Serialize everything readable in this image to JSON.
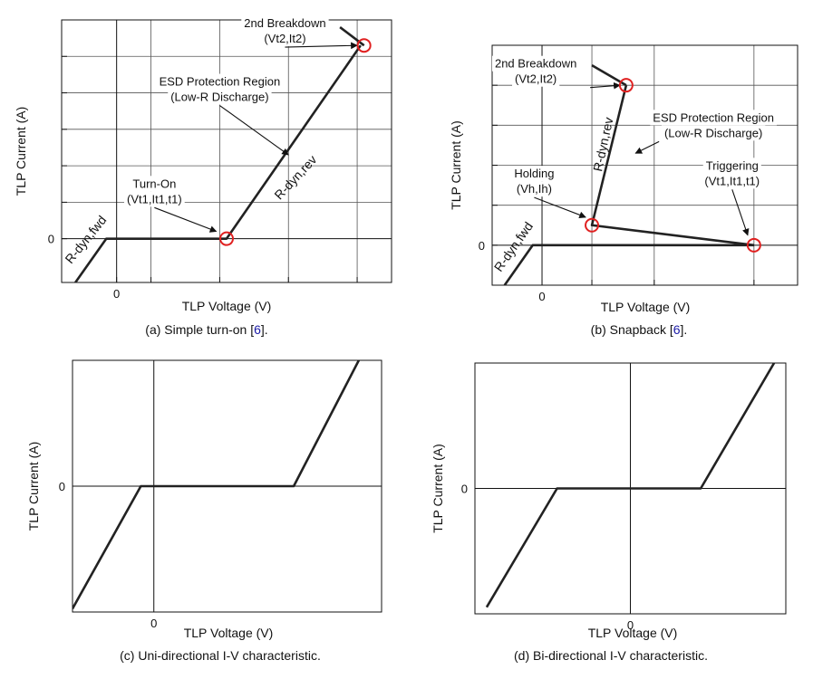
{
  "colors": {
    "curve": "#222222",
    "marker": "#e02020",
    "grid": "#555555",
    "axis": "#111111",
    "ref": "#1a1aa6"
  },
  "chart_data": [
    {
      "id": "a",
      "type": "line",
      "title": "",
      "xlabel": "TLP Voltage (V)",
      "ylabel": "TLP Current (A)",
      "xlim": [
        -1.6,
        8
      ],
      "ylim": [
        -1.2,
        6
      ],
      "x_tick_labels": [
        {
          "value": 0,
          "label": "0"
        }
      ],
      "y_tick_labels": [
        {
          "value": 0,
          "label": "0"
        }
      ],
      "grid": true,
      "grid_x": [
        1,
        3,
        5,
        7
      ],
      "grid_y": [
        1,
        2,
        3,
        4,
        5
      ],
      "series": [
        {
          "name": "",
          "x": [
            -1.2,
            -0.3,
            3.2,
            7.1
          ],
          "y": [
            -1.2,
            0,
            0,
            5.3
          ]
        }
      ],
      "extra_lines": [
        {
          "x": [
            7.2,
            6.5
          ],
          "y": [
            5.3,
            5.8
          ]
        }
      ],
      "markers": [
        {
          "x": 3.2,
          "y": 0
        },
        {
          "x": 7.2,
          "y": 5.3
        }
      ],
      "annotations": [
        {
          "lines": [
            "2nd Breakdown",
            "(Vt2,It2)"
          ],
          "x": 4.9,
          "y": 5.7,
          "arrow_to": [
            7.0,
            5.3
          ]
        },
        {
          "lines": [
            "ESD Protection Region",
            "(Low-R Discharge)"
          ],
          "x": 3.0,
          "y": 4.1,
          "arrow_to": [
            5.0,
            2.3
          ]
        },
        {
          "lines": [
            "Turn-On",
            "(Vt1,It1,t1)"
          ],
          "x": 1.1,
          "y": 1.3,
          "arrow_to": [
            2.9,
            0.2
          ]
        }
      ],
      "rotated_labels": [
        {
          "text": "R-dyn,fwd",
          "x": -0.8,
          "y": -0.1,
          "angle": -51
        },
        {
          "text": "R-dyn,rev",
          "x": 5.3,
          "y": 1.6,
          "angle": -47
        }
      ],
      "caption": {
        "prefix": "(a)  Simple turn-on [",
        "ref": "6",
        "suffix": "]."
      }
    },
    {
      "id": "b",
      "type": "line",
      "title": "",
      "xlabel": "TLP Voltage (V)",
      "ylabel": "TLP Current (A)",
      "xlim": [
        -1.6,
        8.2
      ],
      "ylim": [
        -1.0,
        5.0
      ],
      "x_tick_labels": [
        {
          "value": 0,
          "label": "0"
        }
      ],
      "y_tick_labels": [
        {
          "value": 0,
          "label": "0"
        }
      ],
      "grid": true,
      "grid_x": [
        1.6,
        3.6,
        6.8
      ],
      "grid_y": [
        1,
        2,
        3,
        4
      ],
      "series": [
        {
          "name": "",
          "x": [
            -1.2,
            -0.3,
            6.8
          ],
          "y": [
            -1.0,
            0,
            0
          ]
        },
        {
          "name": "",
          "x": [
            6.8,
            1.6,
            2.7
          ],
          "y": [
            0,
            0.5,
            4.0
          ]
        }
      ],
      "extra_lines": [
        {
          "x": [
            2.7,
            1.6
          ],
          "y": [
            4.0,
            4.5
          ]
        }
      ],
      "markers": [
        {
          "x": 6.8,
          "y": 0
        },
        {
          "x": 1.6,
          "y": 0.5
        },
        {
          "x": 2.7,
          "y": 4.0
        }
      ],
      "annotations": [
        {
          "lines": [
            "2nd Breakdown",
            "(Vt2,It2)"
          ],
          "x": -0.2,
          "y": 4.35,
          "arrow_to": [
            2.5,
            4.0
          ]
        },
        {
          "lines": [
            "ESD Protection Region",
            "(Low-R Discharge)"
          ],
          "x": 5.5,
          "y": 3.0,
          "arrow_to": [
            3.0,
            2.3
          ]
        },
        {
          "lines": [
            "Holding",
            "(Vh,Ih)"
          ],
          "x": -0.25,
          "y": 1.6,
          "arrow_to": [
            1.4,
            0.7
          ]
        },
        {
          "lines": [
            "Triggering",
            "(Vt1,It1,t1)"
          ],
          "x": 6.1,
          "y": 1.8,
          "arrow_to": [
            6.6,
            0.25
          ]
        }
      ],
      "rotated_labels": [
        {
          "text": "R-dyn,fwd",
          "x": -0.8,
          "y": -0.1,
          "angle": -55
        },
        {
          "text": "R-dyn,rev",
          "x": 2.1,
          "y": 2.5,
          "angle": -78
        }
      ],
      "caption": {
        "prefix": "(b)  Snapback [",
        "ref": "6",
        "suffix": "]."
      }
    },
    {
      "id": "c",
      "type": "line",
      "title": "",
      "xlabel": "TLP Voltage (V)",
      "ylabel": "TLP Current (A)",
      "xlim": [
        -2.5,
        7
      ],
      "ylim": [
        -3.8,
        3.8
      ],
      "x_tick_labels": [
        {
          "value": 0,
          "label": "0"
        }
      ],
      "y_tick_labels": [
        {
          "value": 0,
          "label": "0"
        }
      ],
      "grid": false,
      "series": [
        {
          "name": "",
          "x": [
            -2.5,
            -0.4,
            4.3,
            6.3
          ],
          "y": [
            -3.7,
            0,
            0,
            3.8
          ]
        }
      ],
      "caption": {
        "prefix": "(c)  Uni-directional I-V characteristic.",
        "ref": "",
        "suffix": ""
      }
    },
    {
      "id": "d",
      "type": "line",
      "title": "",
      "xlabel": "TLP Voltage (V)",
      "ylabel": "TLP Current (A)",
      "xlim": [
        -5.3,
        5.3
      ],
      "ylim": [
        -3.8,
        3.8
      ],
      "x_tick_labels": [
        {
          "value": 0,
          "label": "0"
        }
      ],
      "y_tick_labels": [
        {
          "value": 0,
          "label": "0"
        }
      ],
      "grid": false,
      "series": [
        {
          "name": "",
          "x": [
            -4.9,
            -2.5,
            2.4,
            4.9
          ],
          "y": [
            -3.6,
            0,
            0,
            3.8
          ]
        }
      ],
      "caption": {
        "prefix": "(d)  Bi-directional I-V characteristic.",
        "ref": "",
        "suffix": ""
      }
    }
  ]
}
